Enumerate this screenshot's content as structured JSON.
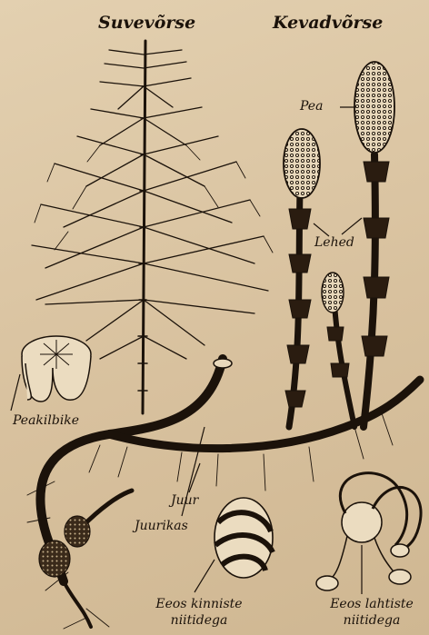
{
  "titles": {
    "summer_shoot": "Suvevõrse",
    "spring_shoot": "Kevadvõrse"
  },
  "labels": {
    "head": "Pea",
    "leaves": "Lehed",
    "sporangiophore": "Peakilbike",
    "root": "Juur",
    "tuber": "Juurikas",
    "spore_closed": [
      "Eeos kinniste",
      "niitidega"
    ],
    "spore_open": [
      "Eeos lahtiste",
      "niitidega"
    ]
  },
  "colors": {
    "paper": "#dcc7a6",
    "ink": "#1b120a"
  }
}
